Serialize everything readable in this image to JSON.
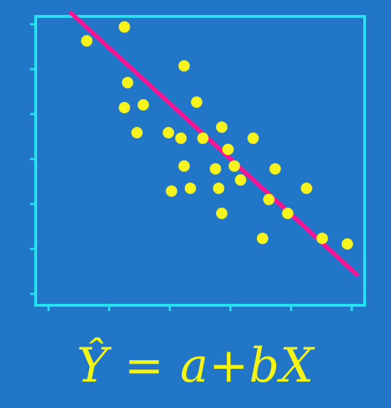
{
  "chart_data": {
    "type": "scatter",
    "title": "",
    "xlabel": "",
    "ylabel": "",
    "xlim": [
      0,
      10
    ],
    "ylim": [
      0,
      10
    ],
    "grid": false,
    "x_tick_count": 6,
    "y_tick_count": 7,
    "points": [
      [
        1.4,
        9.3
      ],
      [
        2.6,
        9.8
      ],
      [
        2.7,
        7.8
      ],
      [
        2.6,
        6.9
      ],
      [
        3.2,
        7.0
      ],
      [
        3.0,
        6.0
      ],
      [
        4.0,
        6.0
      ],
      [
        4.1,
        3.9
      ],
      [
        4.5,
        8.4
      ],
      [
        4.4,
        5.8
      ],
      [
        4.5,
        4.8
      ],
      [
        4.7,
        4.0
      ],
      [
        4.9,
        7.1
      ],
      [
        5.1,
        5.8
      ],
      [
        5.5,
        4.7
      ],
      [
        5.6,
        4.0
      ],
      [
        5.7,
        3.1
      ],
      [
        5.7,
        6.2
      ],
      [
        5.9,
        5.4
      ],
      [
        6.1,
        4.8
      ],
      [
        6.3,
        4.3
      ],
      [
        6.7,
        5.8
      ],
      [
        7.0,
        2.2
      ],
      [
        7.2,
        3.6
      ],
      [
        7.4,
        4.7
      ],
      [
        7.8,
        3.1
      ],
      [
        8.4,
        4.0
      ],
      [
        8.9,
        2.2
      ],
      [
        9.7,
        2.0
      ]
    ],
    "regression_line": {
      "x": [
        0.9,
        10.0
      ],
      "y": [
        10.3,
        0.9
      ]
    },
    "colors": {
      "background": "#2176c8",
      "frame": "#25e2f0",
      "points": "#f7f31d",
      "line": "#ff1493"
    }
  },
  "formula": "Ŷ = a+bX"
}
